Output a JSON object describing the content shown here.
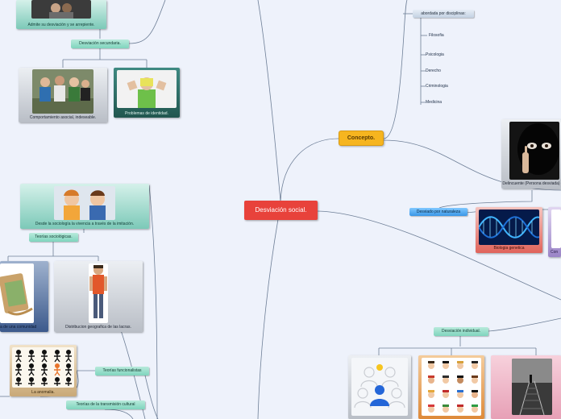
{
  "central": {
    "label": "Desviación social."
  },
  "concept": {
    "label": "Concepto."
  },
  "disciplinas": {
    "label": "abordada por disciplinas:",
    "items": [
      "Filosofia",
      "Psicologia",
      "Derecho",
      "Criminologia",
      "Medicina"
    ]
  },
  "delincuente": {
    "caption": "Delincuente (Persona desviada)"
  },
  "desviado_naturaleza": {
    "label": "Desviado por naturaleza"
  },
  "biologia": {
    "caption": "Biologia genetica"
  },
  "purple_card": {
    "caption": "Con"
  },
  "desviacion_individual": {
    "label": "Desviación individual."
  },
  "admite": {
    "caption": "Admite su desviación y se arrepiente."
  },
  "desviacion_secundaria": {
    "label": "Desviación secundaria."
  },
  "comportamiento": {
    "caption": "Comportamiento asocial, indeseable."
  },
  "problemas": {
    "caption": "Problemas de identidad."
  },
  "imitacion": {
    "caption": "Desde la sociología la vivencia a través de la imitación."
  },
  "teorias_sociologicas": {
    "label": "Teorías sociológicas."
  },
  "comunidad": {
    "caption": "a de una comunidad"
  },
  "distribucion": {
    "caption": "Distribucion geografica de las lacras."
  },
  "teorias_funcionalistas": {
    "label": "Teorías funcionalistas"
  },
  "anomalia": {
    "caption": "La anomalia."
  },
  "transmision": {
    "label": "Teorías de la transmisión cultural"
  },
  "colors": {
    "central": "#e8423b",
    "concept": "#f6b51f",
    "connector": "#6e7f97",
    "background": "#eef2fb"
  }
}
